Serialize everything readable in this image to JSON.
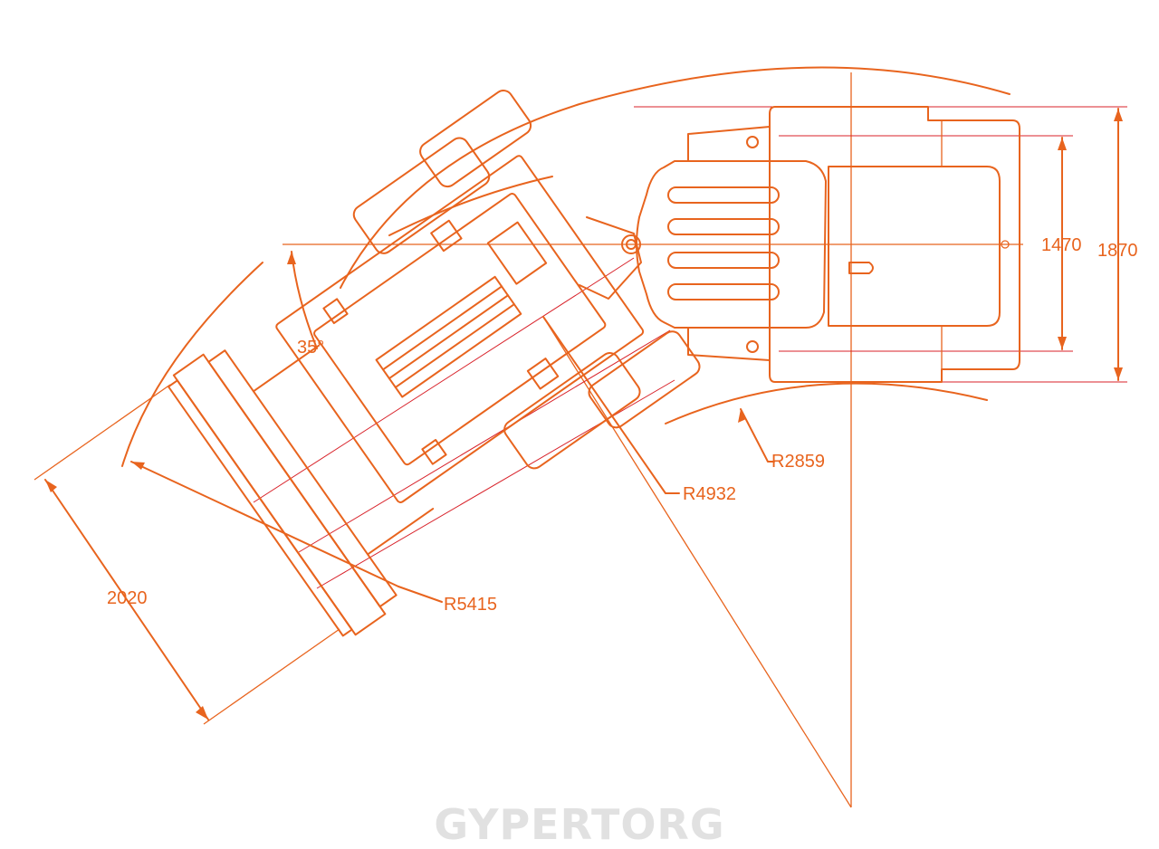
{
  "colors": {
    "line": "#e8641e",
    "center_line": "#d8222a",
    "watermark": "#e1e1e1"
  },
  "dimensions": {
    "track_width_inner": "1470",
    "track_width_outer": "1870",
    "inner_radius": "R2859",
    "mid_radius": "R4932",
    "outer_radius": "R5415",
    "blade_width": "2020",
    "articulation_angle": "35°"
  },
  "watermark": "GYPERTORG"
}
